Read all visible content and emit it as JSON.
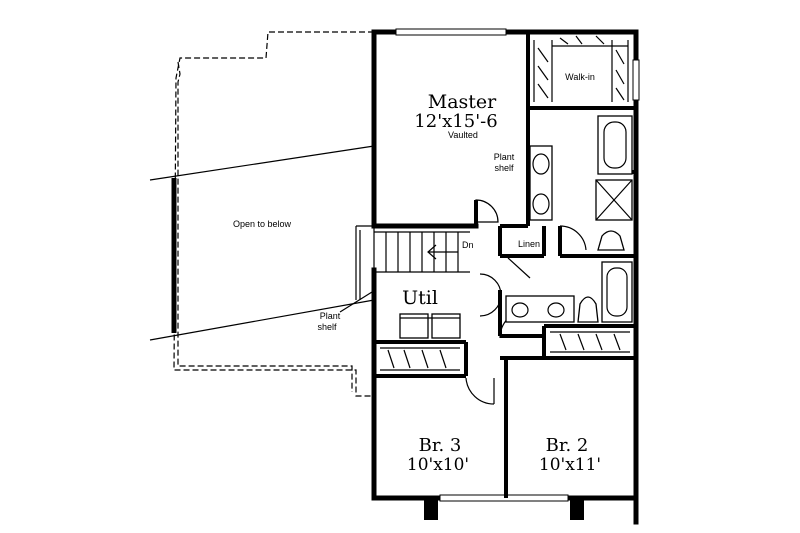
{
  "rooms": {
    "master": {
      "name": "Master",
      "size": "12'x15'-6",
      "note": "Vaulted"
    },
    "walkin": {
      "name": "Walk-in"
    },
    "open_below": {
      "name": "Open to below"
    },
    "util": {
      "name": "Util"
    },
    "linen": {
      "name": "Linen"
    },
    "br3": {
      "name": "Br. 3",
      "size": "10'x10'"
    },
    "br2": {
      "name": "Br. 2",
      "size": "10'x11'"
    }
  },
  "annotations": {
    "stair_dn": "Dn",
    "plant_shelf_1": [
      "Plant",
      "shelf"
    ],
    "plant_shelf_2": [
      "Plant",
      "shelf"
    ]
  }
}
